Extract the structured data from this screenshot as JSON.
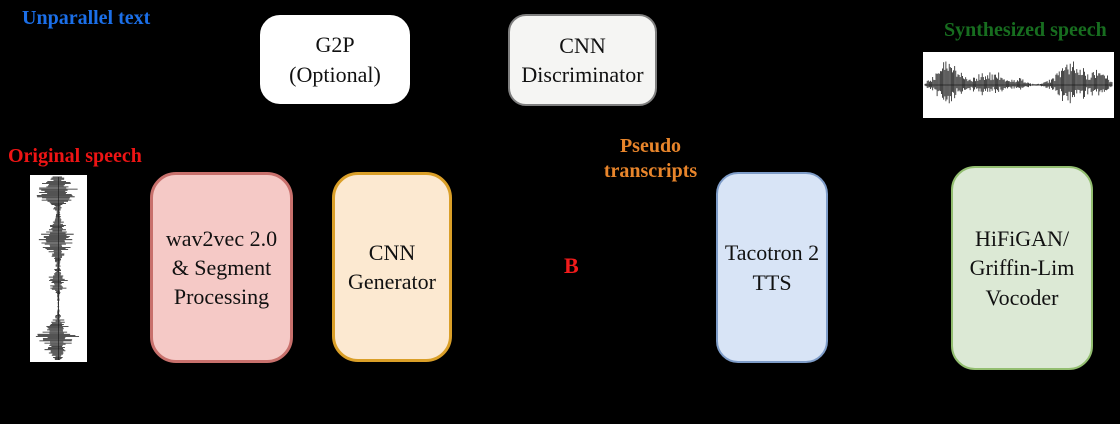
{
  "canvas": {
    "background": "#000000"
  },
  "labels": {
    "unparallel_text": {
      "text": "Unparallel text",
      "color": "#1B6FE8"
    },
    "original_speech": {
      "text": "Original speech",
      "color": "#EE1414"
    },
    "synthesized_speech": {
      "text": "Synthesized speech",
      "color": "#176D1F"
    },
    "pseudo_transcripts": {
      "text": "Pseudo\ntranscripts",
      "color": "#E8852B"
    },
    "b_marker": {
      "text": "B",
      "color": "#F21B1B"
    }
  },
  "nodes": [
    {
      "id": "g2p",
      "label": "G2P\n(Optional)",
      "fill": "#FFFFFF",
      "border": "#FFFFFF"
    },
    {
      "id": "cnn-discriminator",
      "label": "CNN\nDiscriminator",
      "fill": "#F5F5F3",
      "border": "#7F7F7F"
    },
    {
      "id": "wav2vec",
      "label": "wav2vec 2.0\n& Segment\nProcessing",
      "fill": "#F5C9C6",
      "border": "#C8706C"
    },
    {
      "id": "cnn-generator",
      "label": "CNN\nGenerator",
      "fill": "#FCE9D1",
      "border": "#DA9F28"
    },
    {
      "id": "tacotron",
      "label": "Tacotron 2\nTTS",
      "fill": "#D8E4F6",
      "border": "#7E9CC8"
    },
    {
      "id": "vocoder",
      "label": "HiFiGAN/\nGriffin-Lim\nVocoder",
      "fill": "#DCE9D5",
      "border": "#93BE70"
    }
  ],
  "images": [
    {
      "id": "original-speech-waveform",
      "kind": "waveform-image",
      "orientation": "vertical"
    },
    {
      "id": "synthesized-speech-waveform",
      "kind": "waveform-image",
      "orientation": "horizontal"
    }
  ]
}
